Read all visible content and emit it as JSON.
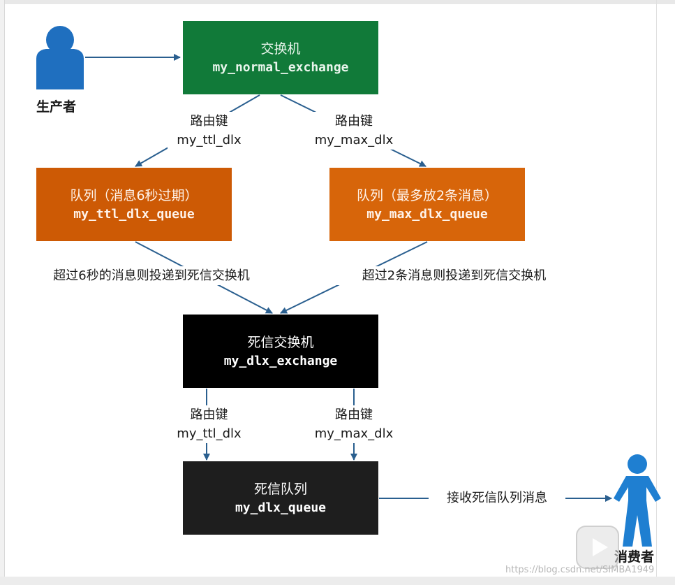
{
  "producer": {
    "label": "生产者"
  },
  "consumer": {
    "label": "消费者"
  },
  "normal_exchange": {
    "title": "交换机",
    "name": "my_normal_exchange"
  },
  "ttl_queue": {
    "title": "队列（消息6秒过期）",
    "name": "my_ttl_dlx_queue"
  },
  "max_queue": {
    "title": "队列（最多放2条消息）",
    "name": "my_max_dlx_queue"
  },
  "dlx_exchange": {
    "title": "死信交换机",
    "name": "my_dlx_exchange"
  },
  "dlx_queue": {
    "title": "死信队列",
    "name": "my_dlx_queue"
  },
  "edges": {
    "routing_ttl_top": {
      "line1": "路由键",
      "line2": "my_ttl_dlx"
    },
    "routing_max_top": {
      "line1": "路由键",
      "line2": "my_max_dlx"
    },
    "ttl_to_dlx": "超过6秒的消息则投递到死信交换机",
    "max_to_dlx": "超过2条消息则投递到死信交换机",
    "routing_ttl_bottom": {
      "line1": "路由键",
      "line2": "my_ttl_dlx"
    },
    "routing_max_bottom": {
      "line1": "路由键",
      "line2": "my_max_dlx"
    },
    "consume": "接收死信队列消息"
  },
  "watermark": "https://blog.csdn.net/SIMBA1949",
  "colors": {
    "exchange": "#117a39",
    "queue": "#cd5a05",
    "dead_letter": "#000000",
    "arrow": "#2a5f8f",
    "actor": "#1f6fbf"
  }
}
